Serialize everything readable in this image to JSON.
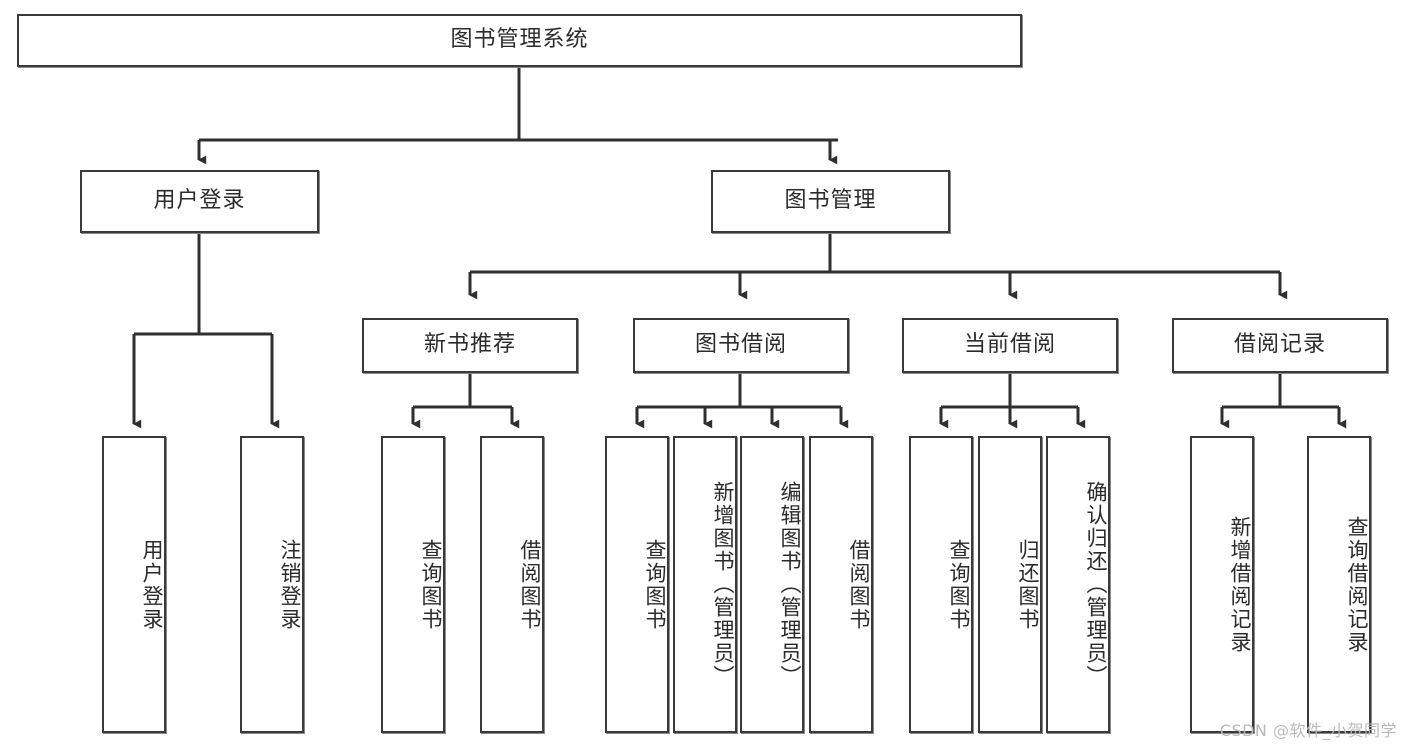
{
  "diagram": {
    "title": "图书管理系统",
    "type": "tree-hierarchy-chart",
    "watermark": "CSDN @软件_小贺同学",
    "colors": {
      "box_border": "#3a3a3a",
      "box_fill": "#ffffff",
      "edge": "#2f2f2f",
      "text": "#2b2b2b",
      "watermark": "#b9b9b9"
    },
    "levels": {
      "root": {
        "label": "图书管理系统"
      },
      "level2": [
        {
          "id": "user_login",
          "label": "用户登录"
        },
        {
          "id": "book_mgmt",
          "label": "图书管理"
        }
      ],
      "level3": [
        {
          "id": "new_book_rec",
          "label": "新书推荐",
          "parent": "book_mgmt"
        },
        {
          "id": "book_borrow",
          "label": "图书借阅",
          "parent": "book_mgmt"
        },
        {
          "id": "current_borrow",
          "label": "当前借阅",
          "parent": "book_mgmt"
        },
        {
          "id": "borrow_record",
          "label": "借阅记录",
          "parent": "book_mgmt"
        }
      ],
      "leaves": [
        {
          "id": "leaf1",
          "label": "用户登录",
          "parent": "user_login"
        },
        {
          "id": "leaf2",
          "label": "注销登录",
          "parent": "user_login"
        },
        {
          "id": "leaf3",
          "label": "查询图书",
          "parent": "new_book_rec"
        },
        {
          "id": "leaf4",
          "label": "借阅图书",
          "parent": "new_book_rec"
        },
        {
          "id": "leaf5",
          "label": "查询图书",
          "parent": "book_borrow"
        },
        {
          "id": "leaf6",
          "label": "新增图书（管理员）",
          "parent": "book_borrow"
        },
        {
          "id": "leaf7",
          "label": "编辑图书（管理员）",
          "parent": "book_borrow"
        },
        {
          "id": "leaf8",
          "label": "借阅图书",
          "parent": "book_borrow"
        },
        {
          "id": "leaf9",
          "label": "查询图书",
          "parent": "current_borrow"
        },
        {
          "id": "leaf10",
          "label": "归还图书",
          "parent": "current_borrow"
        },
        {
          "id": "leaf11",
          "label": "确认归还（管理员）",
          "parent": "current_borrow"
        },
        {
          "id": "leaf12",
          "label": "新增借阅记录",
          "parent": "borrow_record"
        },
        {
          "id": "leaf13",
          "label": "查询借阅记录",
          "parent": "borrow_record"
        }
      ]
    }
  }
}
